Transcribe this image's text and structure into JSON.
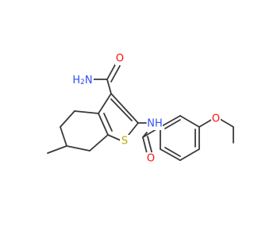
{
  "colors": {
    "bond": "#3a3a3a",
    "nitrogen": "#3050f8",
    "oxygen": "#ff0d0d",
    "sulfur": "#b8a800",
    "background": "#ffffff"
  },
  "atoms": {
    "amide_n1": {
      "text": "H2N",
      "element": "N"
    },
    "amide_o1": {
      "text": "O",
      "element": "O"
    },
    "ring_s": {
      "text": "S",
      "element": "S"
    },
    "amide_n2": {
      "text": "NH",
      "element": "N"
    },
    "amide_o2": {
      "text": "O",
      "element": "O"
    },
    "ether_o": {
      "text": "O",
      "element": "O"
    }
  }
}
